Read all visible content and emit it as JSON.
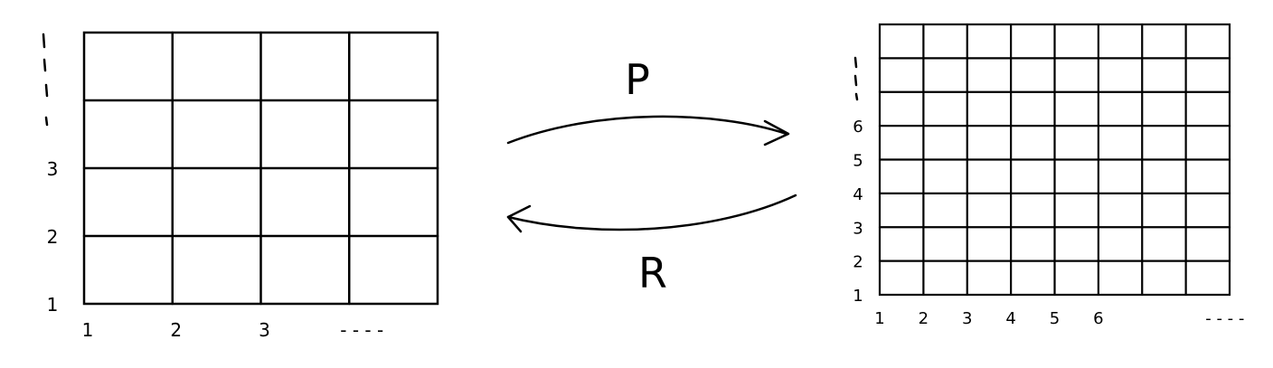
{
  "coarse_grid": {
    "rows": 4,
    "cols": 4,
    "y_labels": [
      "1",
      "2",
      "3"
    ],
    "x_labels": [
      "1",
      "2",
      "3"
    ],
    "x_ellipsis": "- - - -"
  },
  "fine_grid": {
    "rows": 8,
    "cols": 8,
    "y_labels": [
      "1",
      "2",
      "3",
      "4",
      "5",
      "6"
    ],
    "x_labels": [
      "1",
      "2",
      "3",
      "4",
      "5",
      "6"
    ],
    "x_ellipsis": "- - - -"
  },
  "operators": {
    "prolongation": "P",
    "restriction": "R"
  }
}
